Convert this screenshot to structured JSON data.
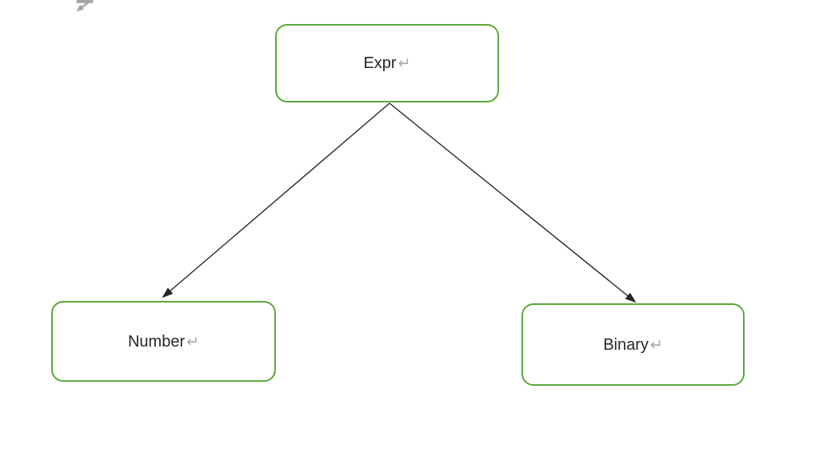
{
  "page": {
    "background": "#ffffff"
  },
  "artifacts": {
    "clipped_return_mark": "↵"
  },
  "diagram": {
    "type": "tree",
    "title": "",
    "nodes": [
      {
        "id": "expr",
        "label": "Expr",
        "eol_mark": "↵"
      },
      {
        "id": "number",
        "label": "Number",
        "eol_mark": "↵"
      },
      {
        "id": "binary",
        "label": "Binary",
        "eol_mark": "↵"
      }
    ],
    "edges": [
      {
        "from": "expr",
        "to": "number",
        "style": "straight-arrow"
      },
      {
        "from": "expr",
        "to": "binary",
        "style": "straight-arrow"
      }
    ],
    "colors": {
      "node_border": "#5aa839",
      "node_fill": "#ffffff",
      "label_text": "#262626",
      "eol_mark": "#a6a6a6",
      "arrow": "#262626",
      "page_bg": "#ffffff"
    }
  }
}
